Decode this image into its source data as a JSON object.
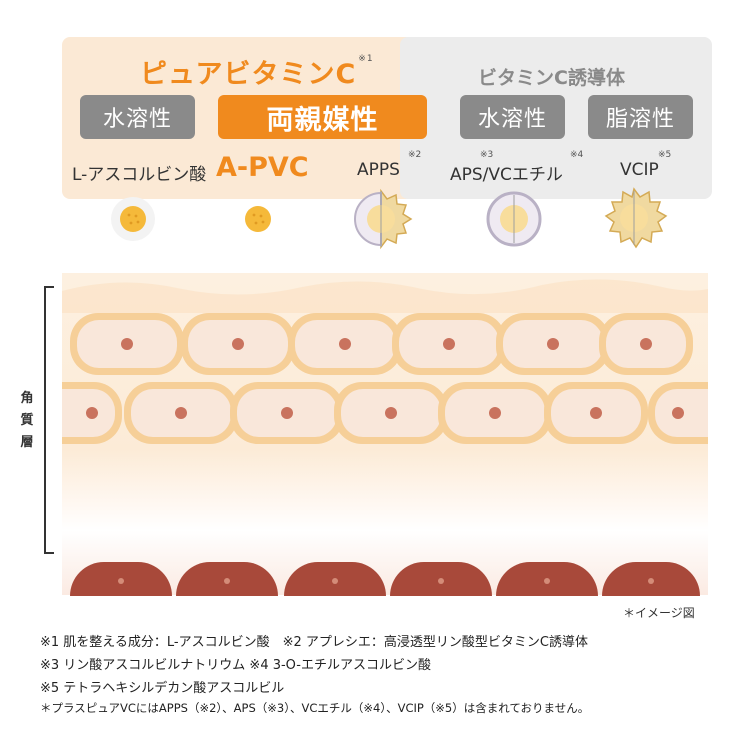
{
  "groups": {
    "pure": {
      "title": "ピュアビタミンC",
      "ref": "※1"
    },
    "derivative": {
      "title": "ビタミンC誘導体"
    }
  },
  "properties": {
    "water_soluble": "水溶性",
    "amphiphilic": "両親媒性",
    "water_soluble_2": "水溶性",
    "oil_soluble": "脂溶性"
  },
  "ingredients": [
    {
      "name": "L-アスコルビン酸",
      "ref": ""
    },
    {
      "name": "A-PVC",
      "ref": ""
    },
    {
      "name": "APPS",
      "ref": "※2"
    },
    {
      "name": "APS/VCエチル",
      "ref": "※3",
      "ref2": "※4"
    },
    {
      "name": "VCIP",
      "ref": "※5"
    }
  ],
  "layer_label": "角質層",
  "image_note": "＊イメージ図",
  "footnotes": [
    "※1 肌を整える成分：L-アスコルビン酸　※2 アプレシエ：高浸透型リン酸型ビタミンC誘導体",
    "※3 リン酸アスコルビルナトリウム ※4 3-O-エチルアスコルビン酸",
    "※5 テトラヘキシルデカン酸アスコルビル",
    "＊プラスピュアVCにはAPPS（※2）、APS（※3）、VCエチル（※4）、VCIP（※5）は含まれておりません。"
  ],
  "colors": {
    "accent": "#f08a1e",
    "gray": "#8a8a8a",
    "cell_border": "#f6cf98",
    "basal": "#a8493a"
  }
}
